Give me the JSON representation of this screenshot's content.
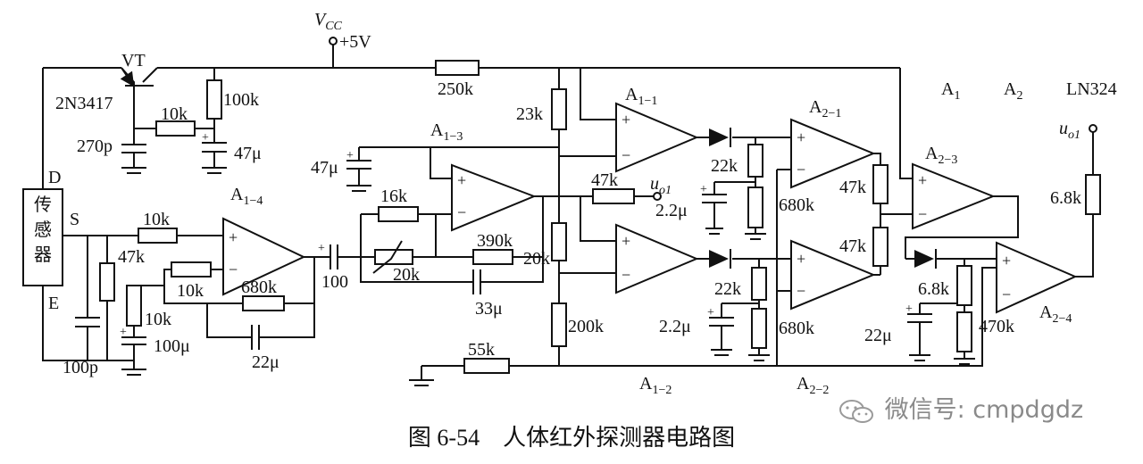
{
  "supply": {
    "vcc": "V",
    "vcc_sub": "CC",
    "voltage": "+5V"
  },
  "transistor": {
    "name": "VT",
    "part": "2N3417"
  },
  "sensor": {
    "label": "传感器",
    "pin_d": "D",
    "pin_s": "S",
    "pin_e": "E"
  },
  "ic": {
    "a1": "A",
    "a1_sub": "1",
    "a2": "A",
    "a2_sub": "2",
    "part": "LN324"
  },
  "amps": {
    "a1_1": {
      "main": "A",
      "sub": "1−1"
    },
    "a1_2": {
      "main": "A",
      "sub": "1−2"
    },
    "a1_3": {
      "main": "A",
      "sub": "1−3"
    },
    "a1_4": {
      "main": "A",
      "sub": "1−4"
    },
    "a2_1": {
      "main": "A",
      "sub": "2−1"
    },
    "a2_2": {
      "main": "A",
      "sub": "2−2"
    },
    "a2_3": {
      "main": "A",
      "sub": "2−3"
    },
    "a2_4": {
      "main": "A",
      "sub": "2−4"
    }
  },
  "components": {
    "r_100k": "100k",
    "r_10k_top": "10k",
    "c_270p": "270p",
    "c_47u_top": "47μ",
    "r_250k": "250k",
    "r_23k": "23k",
    "c_47u_left": "47μ",
    "r_16k": "16k",
    "r_10k_s": "10k",
    "r_47k_sensor": "47k",
    "r_10k_fb": "10k",
    "r_680k_fb": "680k",
    "r_10k_gnd": "10k",
    "c_100u": "100μ",
    "c_22u_fb": "22μ",
    "c_100p": "100p",
    "c_100": "100",
    "rp_20k": "20k",
    "r_390k": "390k",
    "c_33u": "33μ",
    "r_47k_out": "47k",
    "r_20k": "20k",
    "r_200k": "200k",
    "r_55k": "55k",
    "r_22k_1": "22k",
    "c_2u2_1": "2.2μ",
    "r_680k_1": "680k",
    "r_22k_2": "22k",
    "c_2u2_2": "2.2μ",
    "r_680k_2": "680k",
    "r_47k_a": "47k",
    "r_47k_b": "47k",
    "r_6k8_mid": "6.8k",
    "c_22u_out": "22μ",
    "r_470k": "470k",
    "r_6k8_out": "6.8k"
  },
  "outputs": {
    "uo1_main": "u",
    "uo1_sub": "o1"
  },
  "caption": "图 6-54　人体红外探测器电路图",
  "watermark": "微信号: cmpdgdz"
}
